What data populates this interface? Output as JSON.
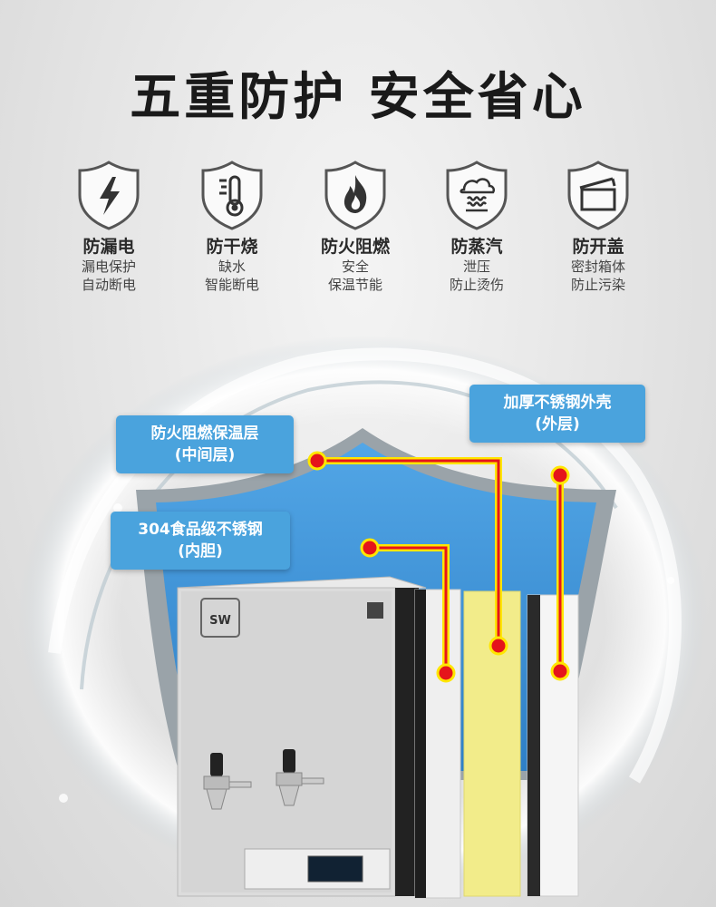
{
  "title": "五重防护 安全省心",
  "features": [
    {
      "icon": "lightning-icon",
      "title": "防漏电",
      "sub1": "漏电保护",
      "sub2": "自动断电"
    },
    {
      "icon": "thermometer-icon",
      "title": "防干烧",
      "sub1": "缺水",
      "sub2": "智能断电"
    },
    {
      "icon": "flame-icon",
      "title": "防火阻燃",
      "sub1": "安全",
      "sub2": "保温节能"
    },
    {
      "icon": "steam-icon",
      "title": "防蒸汽",
      "sub1": "泄压",
      "sub2": "防止烫伤"
    },
    {
      "icon": "lid-icon",
      "title": "防开盖",
      "sub1": "密封箱体",
      "sub2": "防止污染"
    }
  ],
  "labels": {
    "outer": {
      "line1": "加厚不锈钢外壳",
      "line2": "(外层)"
    },
    "middle": {
      "line1": "防火阻燃保温层",
      "line2": "(中间层)"
    },
    "inner": {
      "line1": "304食品级不锈钢",
      "line2": "(内胆)"
    }
  },
  "brand": {
    "logo_text": "SW"
  },
  "colors": {
    "label_blue": "#4aa3dd",
    "shield_blue": "#3d8fd6",
    "pointer_red": "#e5141b",
    "pointer_yellow": "#ffe600",
    "insulation_yellow": "#f2ec8a"
  }
}
